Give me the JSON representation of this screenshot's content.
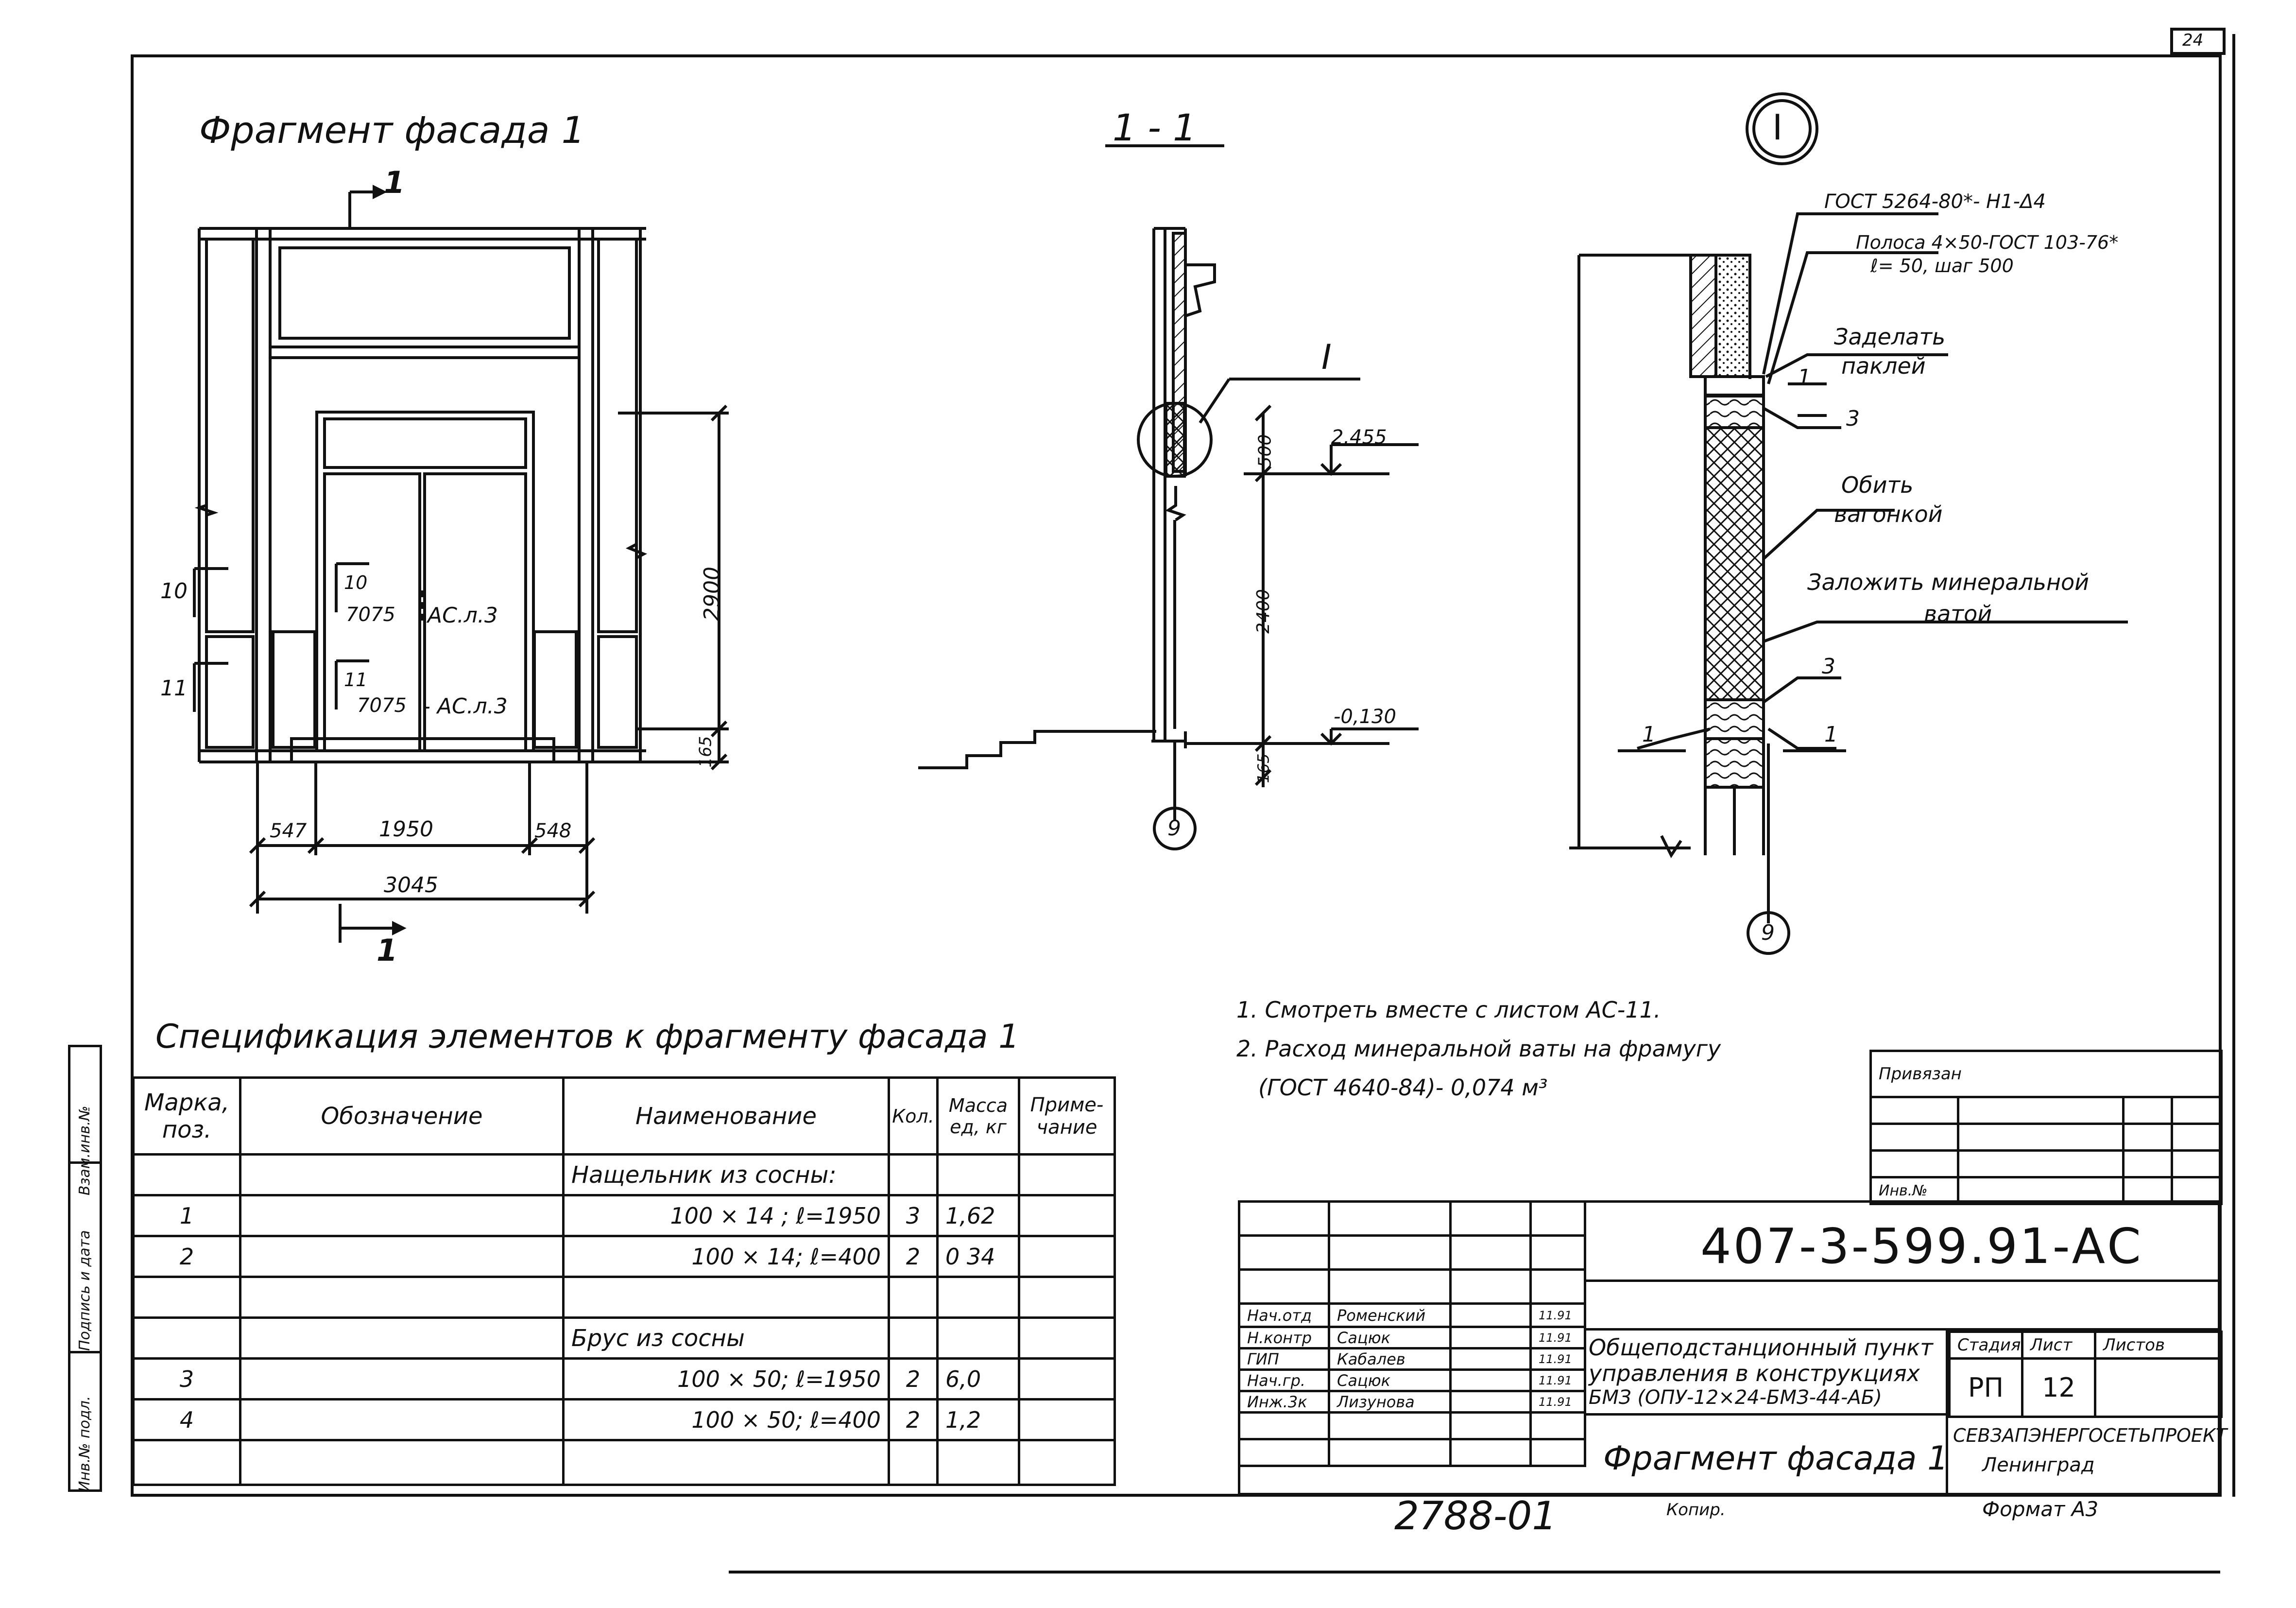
{
  "corner_mark": "24",
  "facade": {
    "title": "Фрагмент фасада 1",
    "section_mark_top": "1",
    "section_mark_bottom": "1",
    "label_10_left": "10",
    "label_11_left": "11",
    "label_10": "10",
    "label_11": "11",
    "ref_7075_a": "7075",
    "ref_ac_a": "АС.л.3",
    "ref_7075_b": "7075",
    "ref_ac_b": "- АС.л.3",
    "dim_547": "547",
    "dim_1950": "1950",
    "dim_548": "548",
    "dim_3045": "3045",
    "dim_2900": "2900",
    "dim_165": "165"
  },
  "section": {
    "title": "1 - 1",
    "callout": "I",
    "dim_500": "500",
    "dim_2400": "2400",
    "dim_165": "165",
    "elev_top": "2.455",
    "elev_bottom": "-0,130",
    "axis": "9"
  },
  "detail": {
    "title": "I",
    "note_gost": "ГОСТ 5264-80*- Н1-Δ4",
    "note_strip_1": "Полоса 4×50-ГОСТ 103-76*",
    "note_strip_2": "ℓ= 50, шаг 500",
    "note_seal_1": "Заделать",
    "note_seal_2": "паклей",
    "note_clad_1": "Обить",
    "note_clad_2": "вагонкой",
    "note_wool_1": "Заложить минеральной",
    "note_wool_2": "ватой",
    "pos_1a": "1",
    "pos_3a": "3",
    "pos_3b": "3",
    "pos_1b": "1",
    "pos_1c": "1",
    "axis": "9"
  },
  "notes": {
    "n1": "1. Смотреть вместе с листом АС-11.",
    "n2": "2. Расход минеральной ваты на фрамугу",
    "n3": "(ГОСТ 4640-84)- 0,074 м³"
  },
  "spec": {
    "title": "Спецификация элементов к фрагменту фасада 1",
    "headers": {
      "mark": "Марка, поз.",
      "designation": "Обозначение",
      "name": "Наименование",
      "qty": "Кол.",
      "mass": "Масса ед, кг",
      "note": "Приме- чание"
    },
    "rows": [
      {
        "mark": "",
        "des": "",
        "name": "Нащельник из сосны:",
        "qty": "",
        "mass": "",
        "note": ""
      },
      {
        "mark": "1",
        "des": "",
        "name": "100 × 14 ; ℓ=1950",
        "qty": "3",
        "mass": "1,62",
        "note": ""
      },
      {
        "mark": "2",
        "des": "",
        "name": "100 × 14; ℓ=400",
        "qty": "2",
        "mass": "0 34",
        "note": ""
      },
      {
        "mark": "",
        "des": "",
        "name": "",
        "qty": "",
        "mass": "",
        "note": ""
      },
      {
        "mark": "",
        "des": "",
        "name": "Брус из сосны",
        "qty": "",
        "mass": "",
        "note": ""
      },
      {
        "mark": "3",
        "des": "",
        "name": "100 × 50; ℓ=1950",
        "qty": "2",
        "mass": "6,0",
        "note": ""
      },
      {
        "mark": "4",
        "des": "",
        "name": "100 × 50; ℓ=400",
        "qty": "2",
        "mass": "1,2",
        "note": ""
      },
      {
        "mark": "",
        "des": "",
        "name": "",
        "qty": "",
        "mass": "",
        "note": ""
      }
    ]
  },
  "side_stamp": [
    "Инв.№ подл.",
    "Подпись и дата",
    "Взам.инв.№"
  ],
  "binding": {
    "label": "Привязан",
    "inv": "Инв.№"
  },
  "title_block": {
    "code": "407-3-599.91-АС",
    "people": [
      {
        "role": "Нач.отд",
        "name": "Роменский",
        "date": "11.91"
      },
      {
        "role": "Н.контр",
        "name": "Сацюк",
        "date": "11.91"
      },
      {
        "role": "ГИП",
        "name": "Кабалев",
        "date": "11.91"
      },
      {
        "role": "Нач.гр.",
        "name": "Сацюк",
        "date": "11.91"
      },
      {
        "role": "Инж.3к",
        "name": "Лизунова",
        "date": "11.91"
      }
    ],
    "project": [
      "Общеподстанционный пункт",
      "управления в конструкциях",
      "БМЗ (ОПУ-12×24-БМЗ-44-АБ)"
    ],
    "stage_h": "Стадия",
    "sheet_h": "Лист",
    "sheets_h": "Листов",
    "stage": "РП",
    "sheet": "12",
    "sheet_title": "Фрагмент фасада 1",
    "org_1": "СЕВЗАПЭНЕРГОСЕТЬПРОЕКТ",
    "org_2": "Ленинград"
  },
  "footer": {
    "number": "2788-01",
    "copied": "Копир.",
    "format": "Формат А3"
  }
}
